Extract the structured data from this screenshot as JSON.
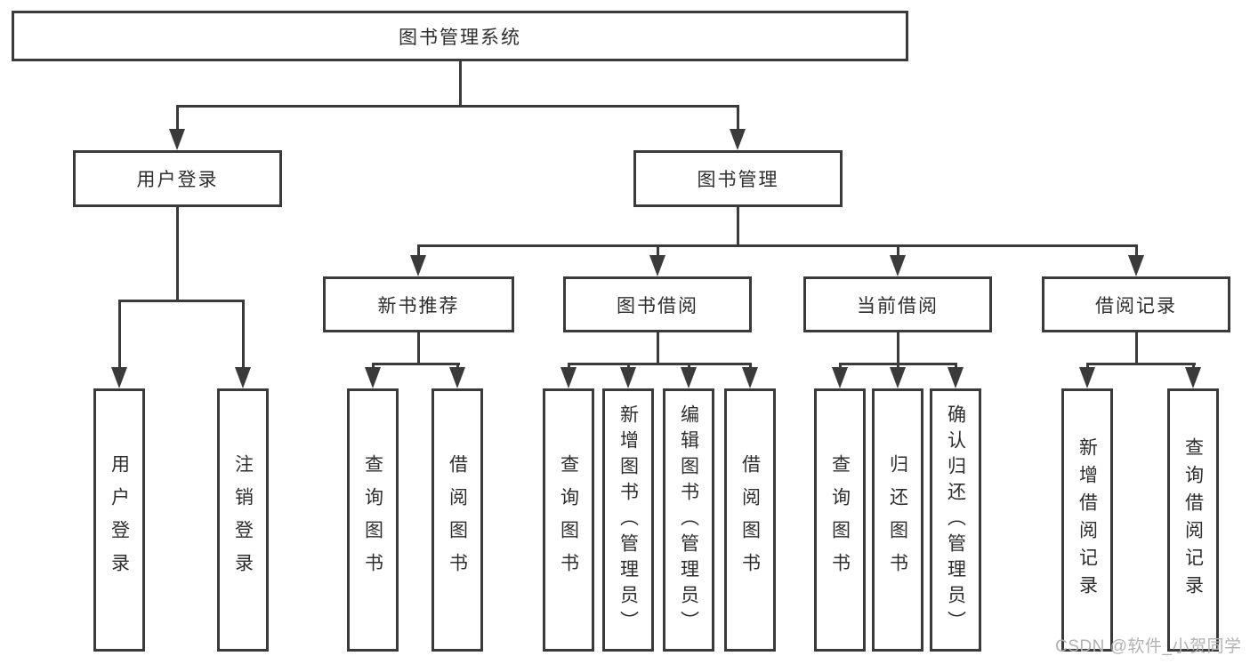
{
  "tree": {
    "root": {
      "label": "图书管理系统"
    },
    "branches": [
      {
        "label": "用户登录",
        "children": [
          {
            "label": "用户登录"
          },
          {
            "label": "注销登录"
          }
        ]
      },
      {
        "label": "图书管理",
        "children": [
          {
            "label": "新书推荐",
            "children": [
              {
                "label": "查询图书"
              },
              {
                "label": "借阅图书"
              }
            ]
          },
          {
            "label": "图书借阅",
            "children": [
              {
                "label": "查询图书"
              },
              {
                "label": "新增图书（管理员）"
              },
              {
                "label": "编辑图书（管理员）"
              },
              {
                "label": "借阅图书"
              }
            ]
          },
          {
            "label": "当前借阅",
            "children": [
              {
                "label": "查询图书"
              },
              {
                "label": "归还图书"
              },
              {
                "label": "确认归还（管理员）"
              }
            ]
          },
          {
            "label": "借阅记录",
            "children": [
              {
                "label": "新增借阅记录"
              },
              {
                "label": "查询借阅记录"
              }
            ]
          }
        ]
      }
    ]
  },
  "watermark": {
    "text": "CSDN @软件_小贺同学"
  },
  "colors": {
    "line": "#3a3a3a",
    "text": "#2e2e2e",
    "background": "#ffffff",
    "watermark": "#b2b2b2"
  }
}
